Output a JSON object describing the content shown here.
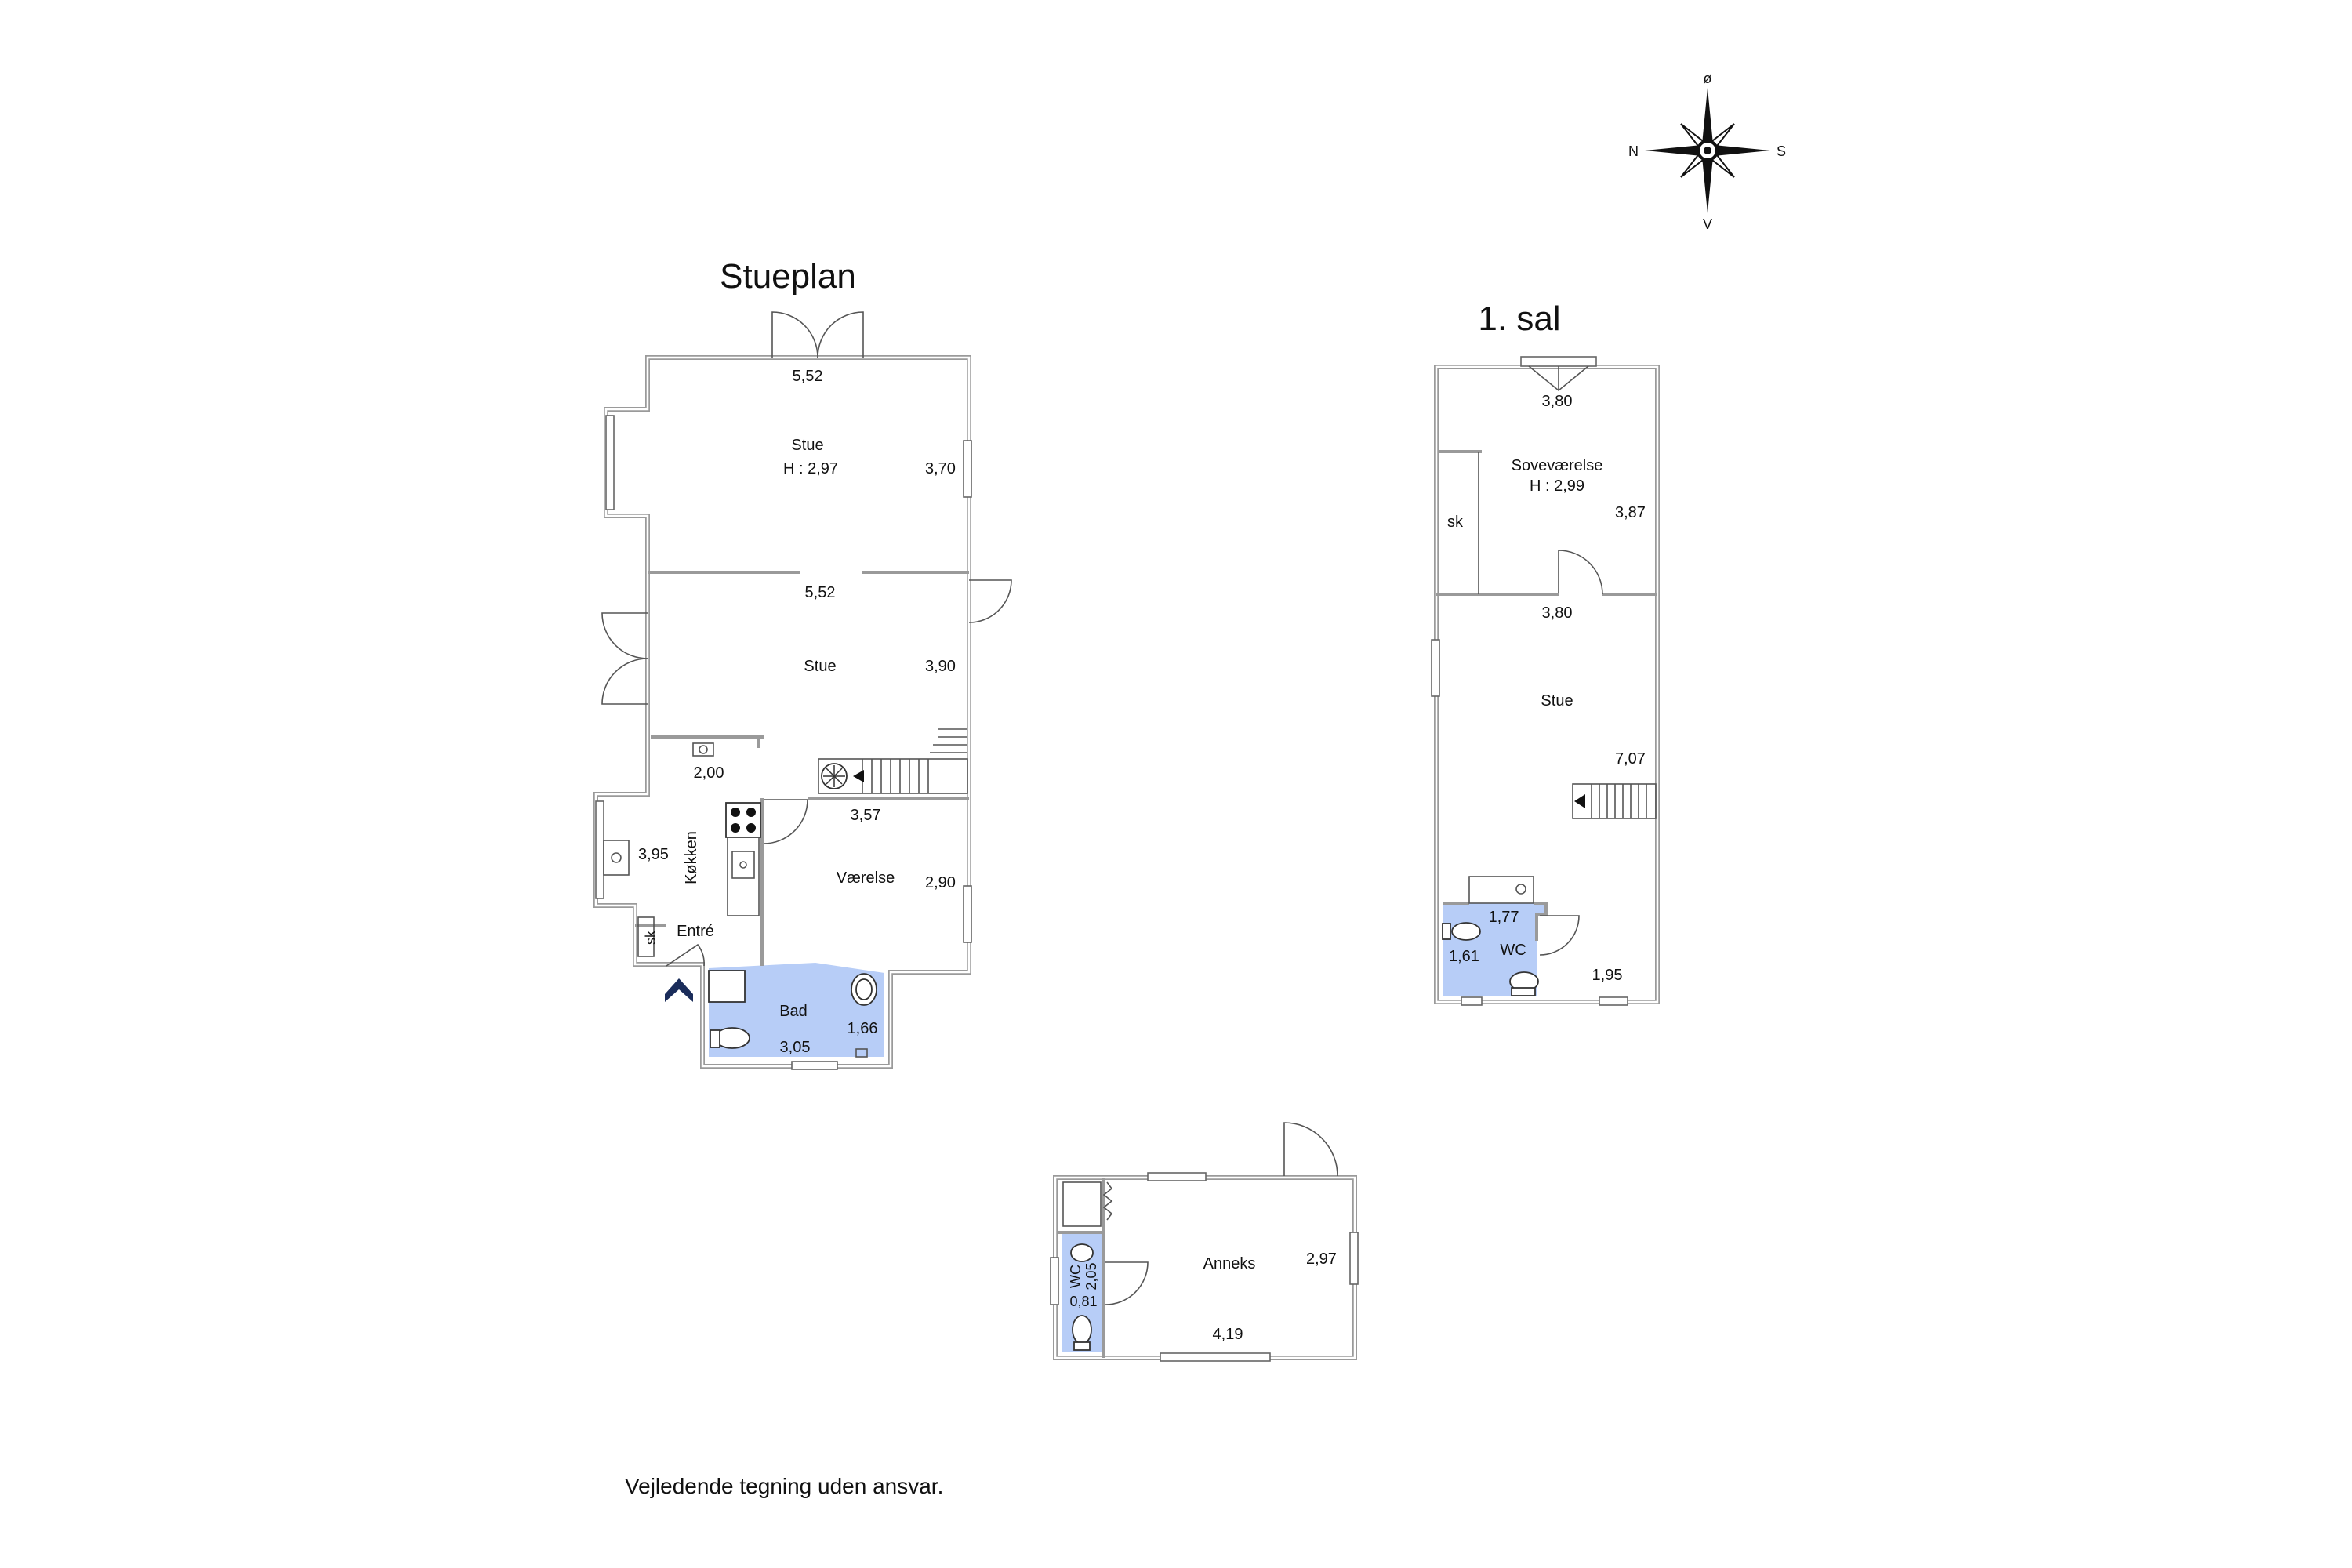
{
  "titles": {
    "ground": "Stueplan",
    "upper": "1. sal"
  },
  "compass": {
    "n": "N",
    "s": "S",
    "o": "ø",
    "v": "V"
  },
  "ground": {
    "stue_top": {
      "name": "Stue",
      "height": "H : 2,97",
      "w": "5,52",
      "d": "3,70"
    },
    "stue_mid": {
      "name": "Stue",
      "w": "5,52",
      "d": "3,90"
    },
    "kitchen": {
      "name": "Køkken",
      "w": "2,00",
      "d": "3,95"
    },
    "entre": {
      "name": "Entré",
      "sk": "sk"
    },
    "vaerelse": {
      "name": "Værelse",
      "w": "3,57",
      "d": "2,90"
    },
    "bad": {
      "name": "Bad",
      "w": "3,05",
      "d": "1,66"
    }
  },
  "upper": {
    "sove": {
      "name": "Soveværelse",
      "height": "H : 2,99",
      "w": "3,80",
      "d": "3,87",
      "sk": "sk"
    },
    "stue": {
      "name": "Stue",
      "w": "3,80",
      "d": "7,07"
    },
    "wc": {
      "name": "WC",
      "w": "1,77",
      "d": "1,61"
    },
    "hall": {
      "w": "1,95"
    }
  },
  "anneks": {
    "name": "Anneks",
    "w": "4,19",
    "d": "2,97",
    "wc": "WC",
    "wc_w": "0,81",
    "wc_d": "2,05"
  },
  "note": "Vejledende tegning uden ansvar."
}
